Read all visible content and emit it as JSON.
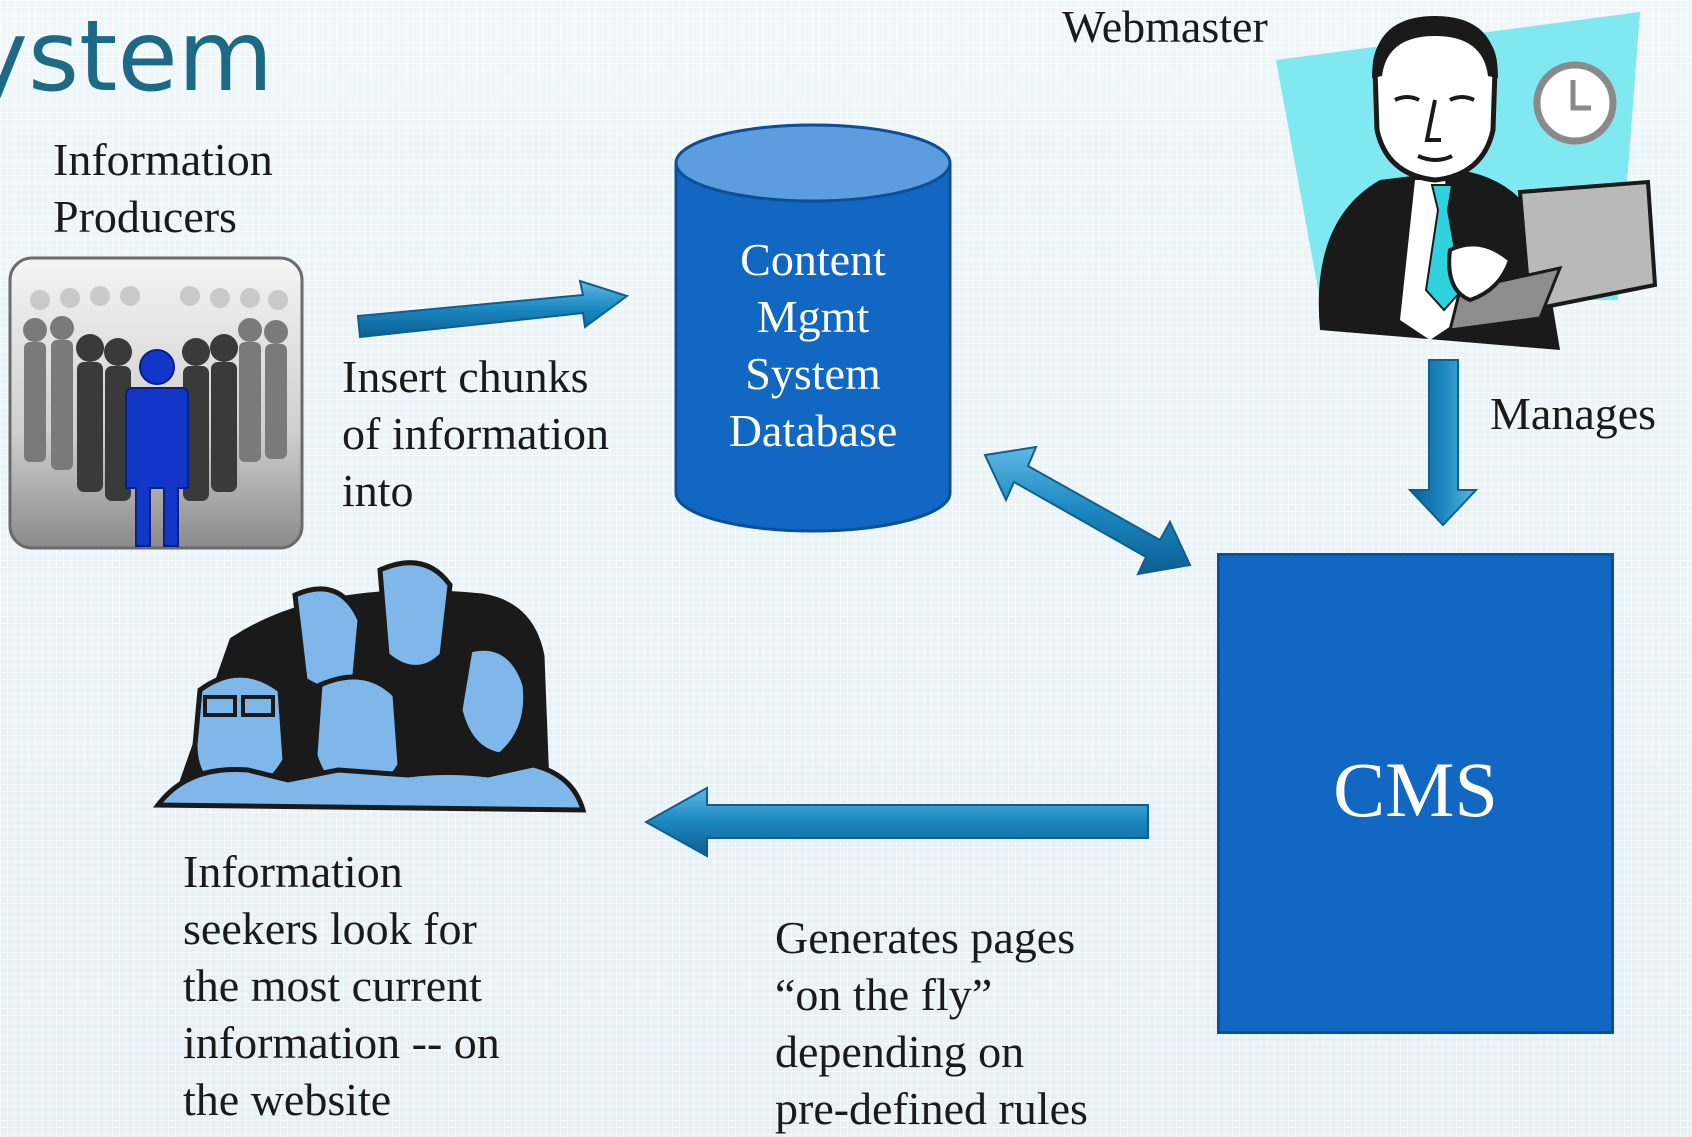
{
  "title": "ystem",
  "producers_label": [
    "Information",
    "Producers"
  ],
  "webmaster_label": "Webmaster",
  "insert_label": [
    "Insert chunks",
    "of information",
    "into"
  ],
  "database_label": [
    "Content",
    "Mgmt",
    "System",
    "Database"
  ],
  "manages_label": "Manages",
  "cms_label": "CMS",
  "seekers_label": [
    "Information",
    "seekers look for",
    "the most current",
    "information -- on",
    "the  website"
  ],
  "generates_label": [
    "Generates pages",
    "“on the fly”",
    "depending on",
    "pre-defined rules"
  ],
  "colors": {
    "title": "#1c6a86",
    "db_fill": "#1167c2",
    "cms_fill": "#1167c2",
    "arrow": "#1b87c0",
    "seekers": "#7fb7ea"
  },
  "icons": [
    "crowd-icon",
    "webmaster-clipart-icon",
    "seekers-group-icon",
    "clock-icon"
  ]
}
